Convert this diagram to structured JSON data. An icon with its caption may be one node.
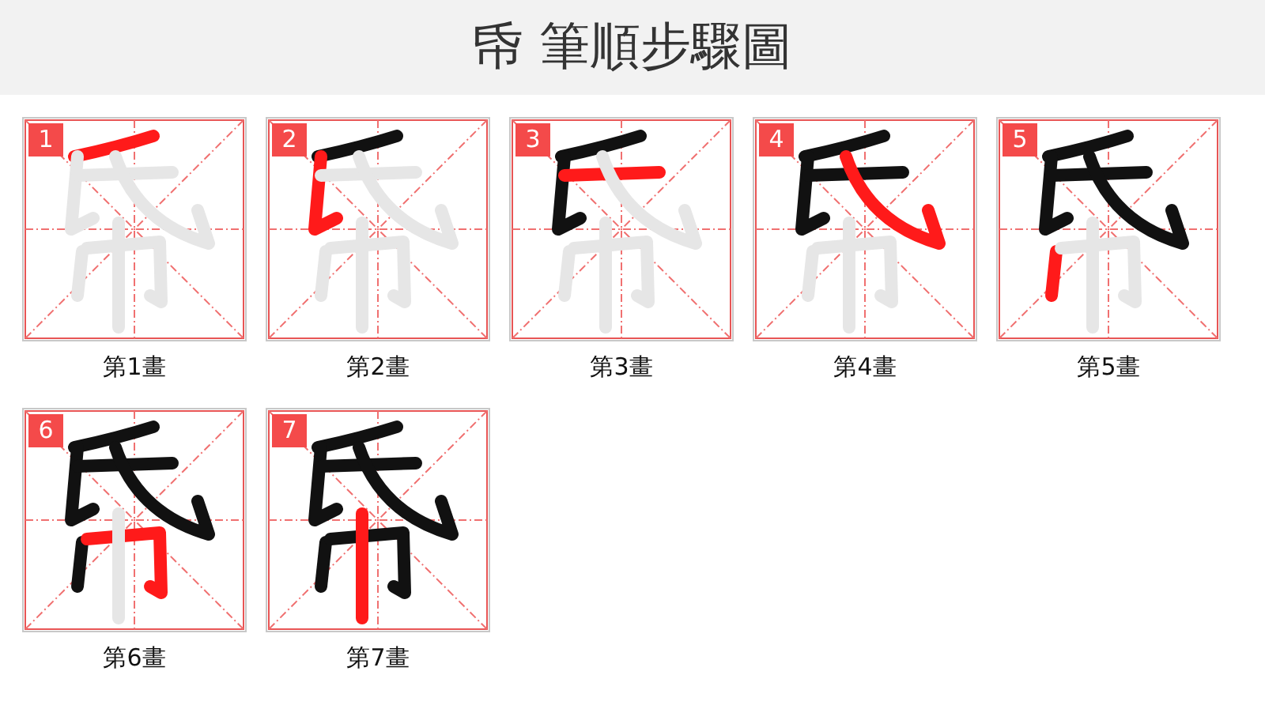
{
  "diagram": {
    "title": "帋 筆順步驟圖",
    "nodes": [
      {
        "text": [
          "1"
        ],
        "beside": [
          "第1畫"
        ]
      },
      {
        "text": [
          "2"
        ],
        "beside": [
          "第2畫"
        ]
      },
      {
        "text": [
          "3"
        ],
        "beside": [
          "第3畫"
        ]
      },
      {
        "text": [
          "4"
        ],
        "beside": [
          "第4畫"
        ]
      },
      {
        "text": [
          "5"
        ],
        "beside": [
          "第5畫"
        ]
      },
      {
        "text": [
          "6"
        ],
        "beside": [
          "第6畫"
        ]
      },
      {
        "text": [
          "7"
        ],
        "beside": [
          "第7畫"
        ]
      }
    ]
  }
}
